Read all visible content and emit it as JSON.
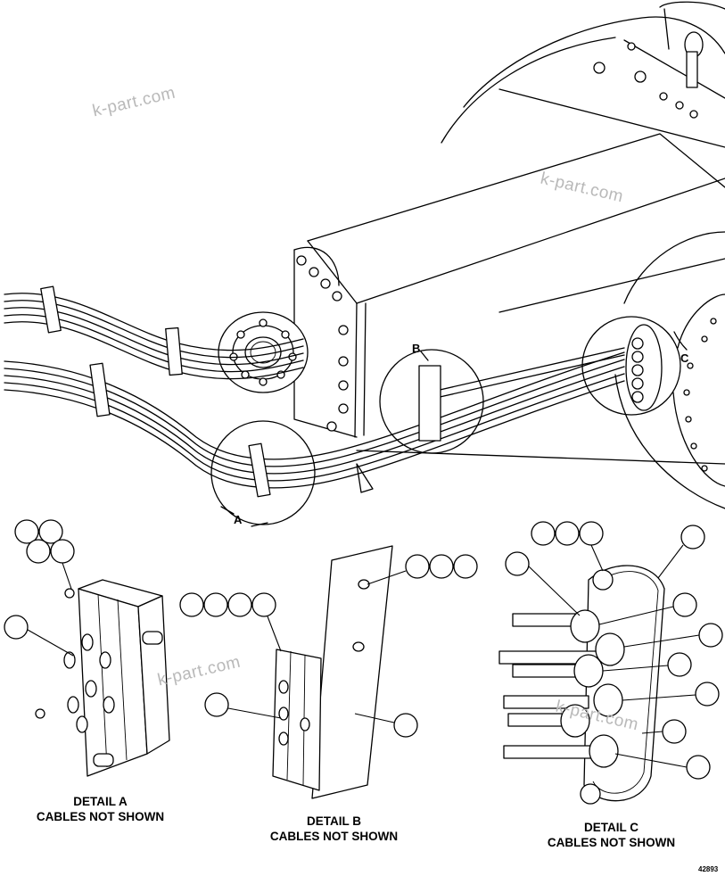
{
  "watermarks": [
    "k-part.com",
    "k-part.com",
    "k-part.com",
    "k-part.com"
  ],
  "callouts": {
    "a": "A",
    "b": "B",
    "c": "C"
  },
  "details": [
    {
      "title": "DETAIL A",
      "note": "CABLES NOT SHOWN"
    },
    {
      "title": "DETAIL B",
      "note": "CABLES NOT SHOWN"
    },
    {
      "title": "DETAIL C",
      "note": "CABLES NOT SHOWN"
    }
  ],
  "figure_number": "42893"
}
